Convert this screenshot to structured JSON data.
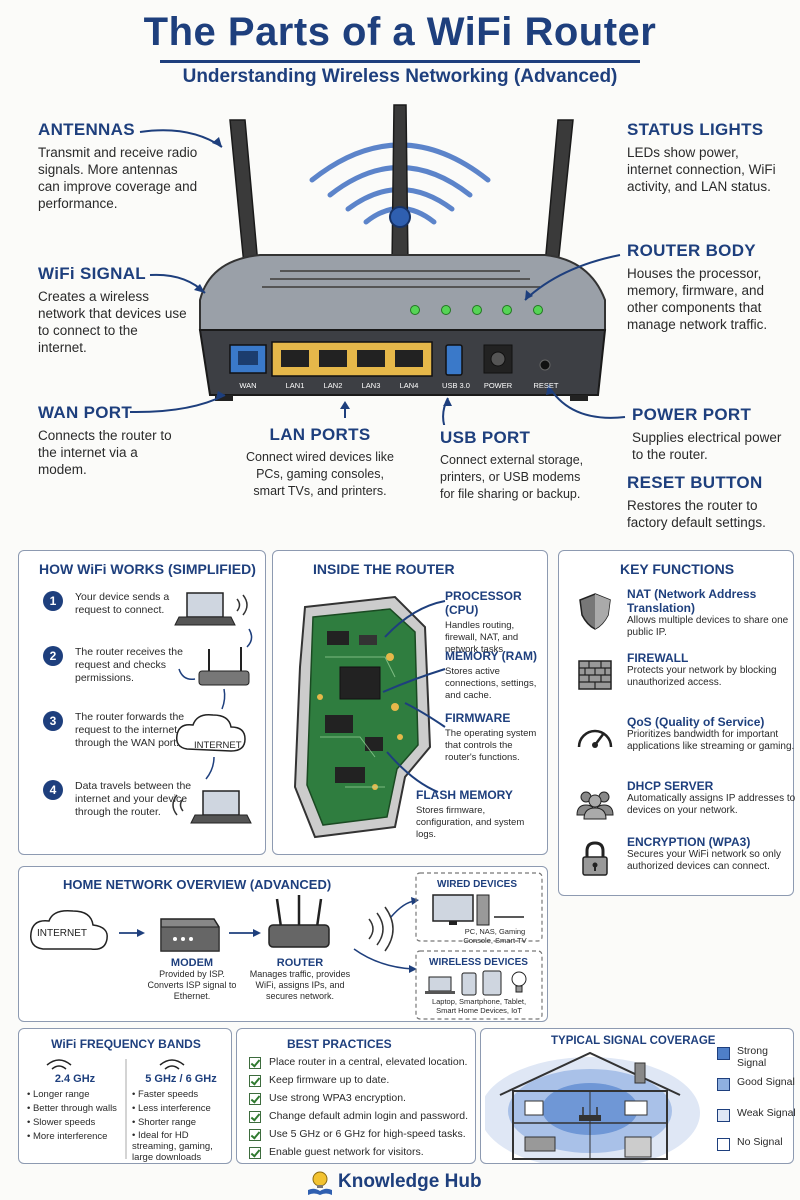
{
  "header": {
    "title": "The Parts of a WiFi Router",
    "subtitle": "Understanding Wireless Networking (Advanced)"
  },
  "callouts": {
    "antennas": {
      "title": "ANTENNAS",
      "text": "Transmit and receive radio signals. More antennas can improve coverage and performance."
    },
    "wifi_signal": {
      "title": "WiFi SIGNAL",
      "text": "Creates a wireless network that devices use to connect to the internet."
    },
    "wan_port": {
      "title": "WAN PORT",
      "text": "Connects the router to the internet via a modem."
    },
    "lan_ports": {
      "title": "LAN PORTS",
      "text": "Connect wired devices like PCs, gaming consoles, smart TVs, and printers."
    },
    "usb_port": {
      "title": "USB PORT",
      "text": "Connect external storage, printers, or USB modems for file sharing or backup."
    },
    "status_lights": {
      "title": "STATUS LIGHTS",
      "text": "LEDs show power, internet connection, WiFi activity, and LAN status."
    },
    "router_body": {
      "title": "ROUTER BODY",
      "text": "Houses the processor, memory, firmware, and other components that manage network traffic."
    },
    "power_port": {
      "title": "POWER PORT",
      "text": "Supplies electrical power to the router."
    },
    "reset_button": {
      "title": "RESET BUTTON",
      "text": "Restores the router to factory default settings."
    }
  },
  "router_ports": {
    "wan": "WAN",
    "lan1": "LAN1",
    "lan2": "LAN2",
    "lan3": "LAN3",
    "lan4": "LAN4",
    "usb": "USB 3.0",
    "power": "POWER",
    "reset": "RESET"
  },
  "how_wifi_works": {
    "title": "HOW WiFi WORKS (SIMPLIFIED)",
    "steps": [
      {
        "n": "1",
        "text": "Your device sends a request to connect."
      },
      {
        "n": "2",
        "text": "The router receives the request and checks permissions."
      },
      {
        "n": "3",
        "text": "The router forwards the request to the internet through the WAN port."
      },
      {
        "n": "4",
        "text": "Data travels between the internet and your device through the router."
      }
    ],
    "cloud_label": "INTERNET"
  },
  "inside_router": {
    "title": "INSIDE THE ROUTER",
    "parts": [
      {
        "title": "PROCESSOR (CPU)",
        "text": "Handles routing, firewall, NAT, and network tasks."
      },
      {
        "title": "MEMORY (RAM)",
        "text": "Stores active connections, settings, and cache."
      },
      {
        "title": "FIRMWARE",
        "text": "The operating system that controls the router's functions."
      },
      {
        "title": "FLASH MEMORY",
        "text": "Stores firmware, configuration, and system logs."
      }
    ]
  },
  "key_functions": {
    "title": "KEY FUNCTIONS",
    "items": [
      {
        "title": "NAT (Network Address Translation)",
        "text": "Allows multiple devices to share one public IP.",
        "icon": "shield-icon"
      },
      {
        "title": "FIREWALL",
        "text": "Protects your network by blocking unauthorized access.",
        "icon": "brick-wall-icon"
      },
      {
        "title": "QoS (Quality of Service)",
        "text": "Prioritizes bandwidth for important applications like streaming or gaming.",
        "icon": "speedometer-icon"
      },
      {
        "title": "DHCP SERVER",
        "text": "Automatically assigns IP addresses to devices on your network.",
        "icon": "users-icon"
      },
      {
        "title": "ENCRYPTION (WPA3)",
        "text": "Secures your WiFi network so only authorized devices can connect.",
        "icon": "padlock-icon"
      }
    ]
  },
  "home_network": {
    "title": "HOME NETWORK OVERVIEW (ADVANCED)",
    "internet": "INTERNET",
    "modem": {
      "title": "MODEM",
      "text": "Provided by ISP. Converts ISP signal to Ethernet."
    },
    "router": {
      "title": "ROUTER",
      "text": "Manages traffic, provides WiFi, assigns IPs, and secures network."
    },
    "wired": {
      "title": "WIRED DEVICES",
      "text": "PC, NAS, Gaming Console, Smart TV"
    },
    "wireless": {
      "title": "WIRELESS DEVICES",
      "text": "Laptop, Smartphone, Tablet, Smart Home Devices, IoT"
    }
  },
  "frequency_bands": {
    "title": "WiFi FREQUENCY BANDS",
    "band1": {
      "name": "2.4 GHz",
      "points": [
        "Longer range",
        "Better through walls",
        "Slower speeds",
        "More interference"
      ]
    },
    "band2": {
      "name": "5 GHz / 6 GHz",
      "points": [
        "Faster speeds",
        "Less interference",
        "Shorter range",
        "Ideal for HD streaming, gaming, large downloads"
      ]
    }
  },
  "best_practices": {
    "title": "BEST PRACTICES",
    "items": [
      "Place router in a central, elevated location.",
      "Keep firmware up to date.",
      "Use strong WPA3 encryption.",
      "Change default admin login and password.",
      "Use 5 GHz or 6 GHz for high-speed tasks.",
      "Enable guest network for visitors."
    ]
  },
  "signal_coverage": {
    "title": "TYPICAL SIGNAL COVERAGE",
    "legend": [
      {
        "label": "Strong Signal",
        "color": "#4f7fc8"
      },
      {
        "label": "Good Signal",
        "color": "#8fb0e0"
      },
      {
        "label": "Weak Signal",
        "color": "#dfe7f5"
      },
      {
        "label": "No Signal",
        "color": "#ffffff"
      }
    ]
  },
  "footer": {
    "brand": "Knowledge Hub"
  },
  "colors": {
    "navy": "#1e3f7d",
    "pcb_green": "#2f7d3f",
    "lan_yellow": "#e6b84a",
    "wan_blue": "#3a79c9"
  }
}
